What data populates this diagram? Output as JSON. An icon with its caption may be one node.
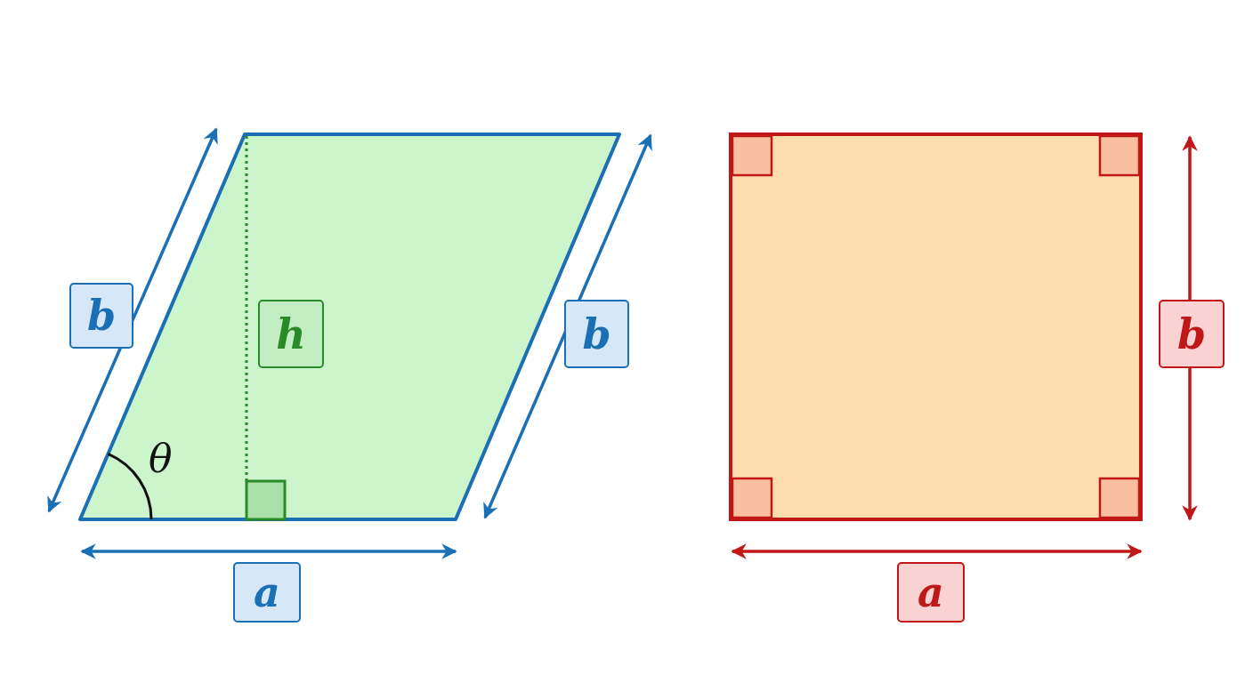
{
  "diagram": {
    "nodes": [
      {
        "text": [
          "b"
        ]
      },
      {
        "text": [
          "h"
        ]
      },
      {
        "text": [
          "b"
        ]
      },
      {
        "text": [
          "a"
        ]
      },
      {
        "text": [
          "b"
        ]
      },
      {
        "text": [
          "a"
        ]
      }
    ],
    "labels": [
      "θ"
    ]
  }
}
